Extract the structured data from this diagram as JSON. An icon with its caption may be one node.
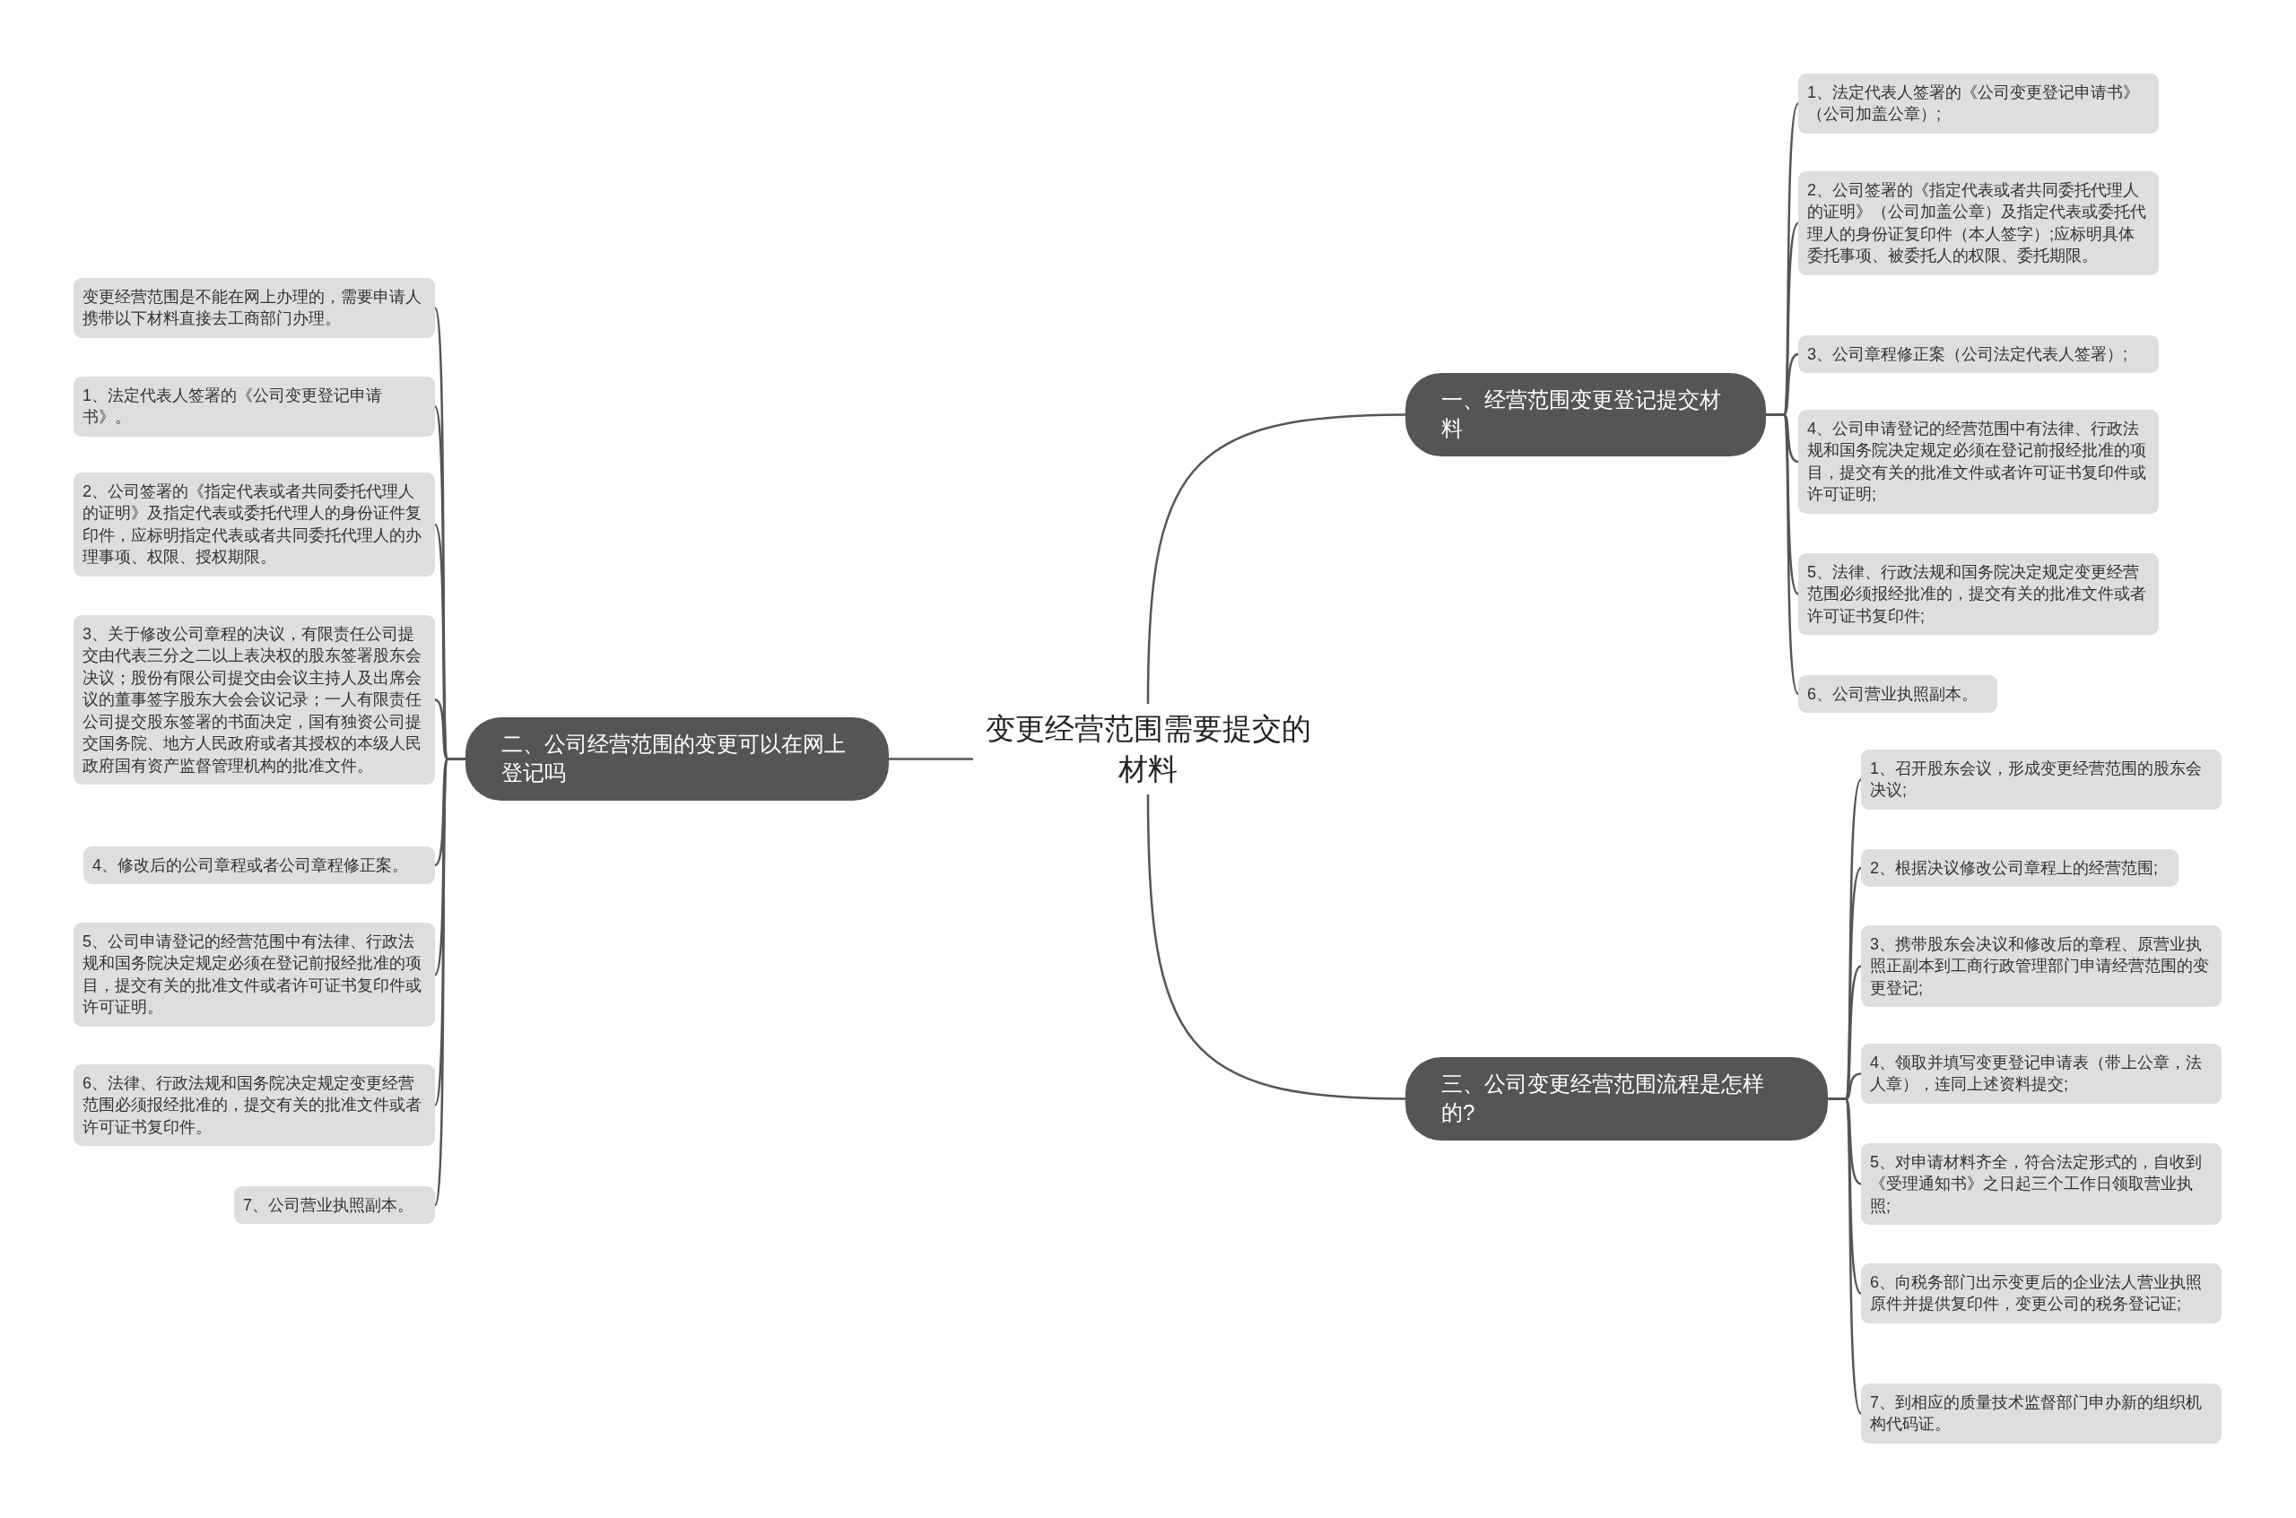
{
  "diagram": {
    "nodes": [
      {
        "text": [
          "变更经营范围需要提交的材料"
        ]
      },
      {
        "text": [
          "一、经营范围变更登记提交材料"
        ]
      },
      {
        "text": [
          "1、法定代表人签署的《公司变更登记申请书》（公司加盖公章）;"
        ]
      },
      {
        "text": [
          "2、公司签署的《指定代表或者共同委托代理人的证明》（公司加盖公章）及指定代表或委托代理人的身份证复印件（本人签字）;应标明具体委托事项、被委托人的权限、委托期限。"
        ]
      },
      {
        "text": [
          "3、公司章程修正案（公司法定代表人签署）;"
        ]
      },
      {
        "text": [
          "4、公司申请登记的经营范围中有法律、行政法规和国务院决定规定必须在登记前报经批准的项目，提交有关的批准文件或者许可证书复印件或许可证明;"
        ]
      },
      {
        "text": [
          "5、法律、行政法规和国务院决定规定变更经营范围必须报经批准的，提交有关的批准文件或者许可证书复印件;"
        ]
      },
      {
        "text": [
          "6、公司营业执照副本。"
        ]
      },
      {
        "text": [
          "二、公司经营范围的变更可以在网上登记吗"
        ]
      },
      {
        "text": [
          "变更经营范围是不能在网上办理的，需要申请人携带以下材料直接去工商部门办理。"
        ]
      },
      {
        "text": [
          "1、法定代表人签署的《公司变更登记申请书》。"
        ]
      },
      {
        "text": [
          "2、公司签署的《指定代表或者共同委托代理人的证明》及指定代表或委托代理人的身份证件复印件，应标明指定代表或者共同委托代理人的办理事项、权限、授权期限。"
        ]
      },
      {
        "text": [
          "3、关于修改公司章程的决议，有限责任公司提交由代表三分之二以上表决权的股东签署股东会决议；股份有限公司提交由会议主持人及出席会议的董事签字股东大会会议记录；一人有限责任公司提交股东签署的书面决定，国有独资公司提交国务院、地方人民政府或者其授权的本级人民政府国有资产监督管理机构的批准文件。"
        ]
      },
      {
        "text": [
          "4、修改后的公司章程或者公司章程修正案。"
        ]
      },
      {
        "text": [
          "5、公司申请登记的经营范围中有法律、行政法规和国务院决定规定必须在登记前报经批准的项目，提交有关的批准文件或者许可证书复印件或许可证明。"
        ]
      },
      {
        "text": [
          "6、法律、行政法规和国务院决定规定变更经营范围必须报经批准的，提交有关的批准文件或者许可证书复印件。"
        ]
      },
      {
        "text": [
          "7、公司营业执照副本。"
        ]
      },
      {
        "text": [
          "三、公司变更经营范围流程是怎样的?"
        ]
      },
      {
        "text": [
          "1、召开股东会议，形成变更经营范围的股东会决议;"
        ]
      },
      {
        "text": [
          "2、根据决议修改公司章程上的经营范围;"
        ]
      },
      {
        "text": [
          "3、携带股东会决议和修改后的章程、原营业执照正副本到工商行政管理部门申请经营范围的变更登记;"
        ]
      },
      {
        "text": [
          "4、领取并填写变更登记申请表（带上公章，法人章），连同上述资料提交;"
        ]
      },
      {
        "text": [
          "5、对申请材料齐全，符合法定形式的，自收到《受理通知书》之日起三个工作日领取营业执照;"
        ]
      },
      {
        "text": [
          "6、向税务部门出示变更后的企业法人营业执照原件并提供复印件，变更公司的税务登记证;"
        ]
      },
      {
        "text": [
          "7、到相应的质量技术监督部门申办新的组织机构代码证。"
        ]
      }
    ],
    "edges": [
      {
        "from": 0,
        "to": 1,
        "arrow": "none"
      },
      {
        "from": 1,
        "to": 2,
        "arrow": "none"
      },
      {
        "from": 1,
        "to": 3,
        "arrow": "none"
      },
      {
        "from": 1,
        "to": 4,
        "arrow": "none"
      },
      {
        "from": 1,
        "to": 5,
        "arrow": "none"
      },
      {
        "from": 1,
        "to": 6,
        "arrow": "none"
      },
      {
        "from": 1,
        "to": 7,
        "arrow": "none"
      },
      {
        "from": 0,
        "to": 8,
        "arrow": "none"
      },
      {
        "from": 8,
        "to": 9,
        "arrow": "none"
      },
      {
        "from": 8,
        "to": 10,
        "arrow": "none"
      },
      {
        "from": 8,
        "to": 11,
        "arrow": "none"
      },
      {
        "from": 8,
        "to": 12,
        "arrow": "none"
      },
      {
        "from": 8,
        "to": 13,
        "arrow": "none"
      },
      {
        "from": 8,
        "to": 14,
        "arrow": "none"
      },
      {
        "from": 8,
        "to": 15,
        "arrow": "none"
      },
      {
        "from": 8,
        "to": 16,
        "arrow": "none"
      },
      {
        "from": 0,
        "to": 17,
        "arrow": "none"
      },
      {
        "from": 17,
        "to": 18,
        "arrow": "none"
      },
      {
        "from": 17,
        "to": 19,
        "arrow": "none"
      },
      {
        "from": 17,
        "to": 20,
        "arrow": "none"
      },
      {
        "from": 17,
        "to": 21,
        "arrow": "none"
      },
      {
        "from": 17,
        "to": 22,
        "arrow": "none"
      },
      {
        "from": 17,
        "to": 23,
        "arrow": "none"
      },
      {
        "from": 17,
        "to": 24,
        "arrow": "none"
      }
    ]
  }
}
